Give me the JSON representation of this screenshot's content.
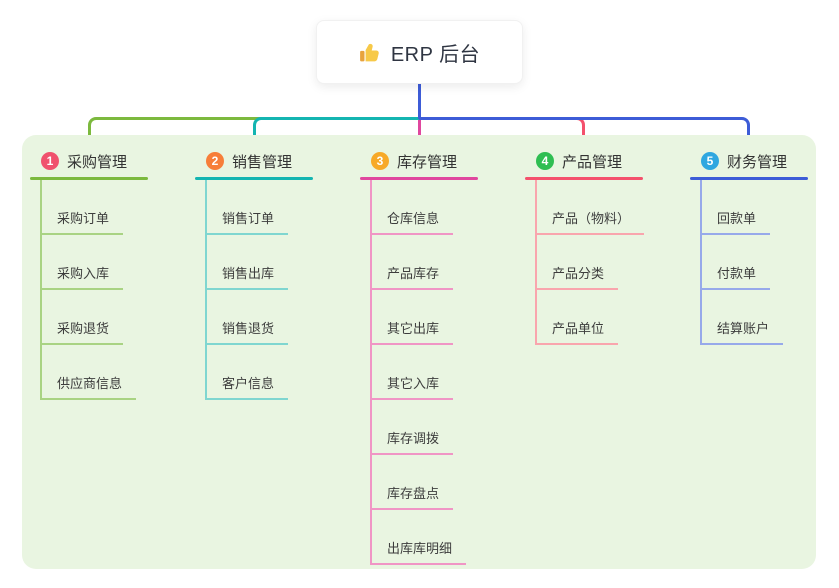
{
  "root": {
    "title": "ERP 后台",
    "icon": "thumbs-up-icon"
  },
  "colors": {
    "canvas_bg": "#ffffff",
    "panel_bg": "#e9f5e1",
    "root_line": "#3d5cd7",
    "text": "#333333",
    "thumb_yellow": "#f7c948",
    "thumb_cuff": "#e8a33d"
  },
  "branches": [
    {
      "number": "1",
      "label": "采购管理",
      "badge_color": "#f0516d",
      "line_color": "#7cb93e",
      "child_line_color": "#a9d383",
      "children": [
        "采购订单",
        "采购入库",
        "采购退货",
        "供应商信息"
      ]
    },
    {
      "number": "2",
      "label": "销售管理",
      "badge_color": "#f77e39",
      "line_color": "#14b5b1",
      "child_line_color": "#7fd6d0",
      "children": [
        "销售订单",
        "销售出库",
        "销售退货",
        "客户信息"
      ]
    },
    {
      "number": "3",
      "label": "库存管理",
      "badge_color": "#f7a928",
      "line_color": "#e0479e",
      "child_line_color": "#f095c5",
      "children": [
        "仓库信息",
        "产品库存",
        "其它出库",
        "其它入库",
        "库存调拨",
        "库存盘点",
        "出库库明细"
      ]
    },
    {
      "number": "4",
      "label": "产品管理",
      "badge_color": "#2fbe52",
      "line_color": "#f4516c",
      "child_line_color": "#f9a5ad",
      "children": [
        "产品（物料）",
        "产品分类",
        "产品单位"
      ]
    },
    {
      "number": "5",
      "label": "财务管理",
      "badge_color": "#2fa7e0",
      "line_color": "#3d5cd7",
      "child_line_color": "#97a9ea",
      "children": [
        "回款单",
        "付款单",
        "结算账户"
      ]
    }
  ]
}
